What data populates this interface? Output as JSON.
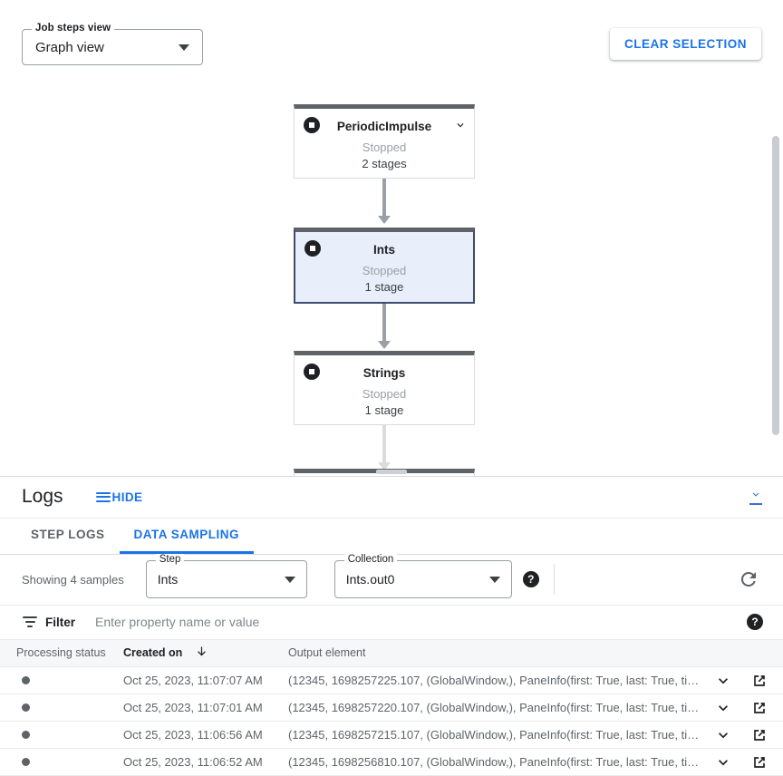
{
  "graph": {
    "view_select": {
      "label": "Job steps view",
      "value": "Graph view"
    },
    "clear_selection_label": "CLEAR SELECTION",
    "nodes": [
      {
        "title": "PeriodicImpulse",
        "status": "Stopped",
        "stages": "2 stages",
        "selected": false,
        "has_chevron": true
      },
      {
        "title": "Ints",
        "status": "Stopped",
        "stages": "1 stage",
        "selected": true,
        "has_chevron": false
      },
      {
        "title": "Strings",
        "status": "Stopped",
        "stages": "1 stage",
        "selected": false,
        "has_chevron": false
      }
    ]
  },
  "logs": {
    "title": "Logs",
    "hide_label": "HIDE",
    "tabs": [
      {
        "label": "STEP LOGS",
        "active": false
      },
      {
        "label": "DATA SAMPLING",
        "active": true
      }
    ],
    "controls": {
      "showing_label": "Showing 4 samples",
      "step": {
        "label": "Step",
        "value": "Ints"
      },
      "collection": {
        "label": "Collection",
        "value": "Ints.out0"
      },
      "help_glyph": "?"
    },
    "filter": {
      "label": "Filter",
      "placeholder": "Enter property name or value",
      "value": ""
    },
    "table": {
      "columns": [
        {
          "key": "status",
          "label": "Processing status",
          "sorted": false
        },
        {
          "key": "created",
          "label": "Created on",
          "sorted": true
        },
        {
          "key": "output",
          "label": "Output element",
          "sorted": false
        }
      ],
      "rows": [
        {
          "status": "dot",
          "created": "Oct 25, 2023, 11:07:07 AM",
          "output": "(12345, 1698257225.107, (GlobalWindow,), PaneInfo(first: True, last: True, timing…"
        },
        {
          "status": "dot",
          "created": "Oct 25, 2023, 11:07:01 AM",
          "output": "(12345, 1698257220.107, (GlobalWindow,), PaneInfo(first: True, last: True, timing…"
        },
        {
          "status": "dot",
          "created": "Oct 25, 2023, 11:06:56 AM",
          "output": "(12345, 1698257215.107, (GlobalWindow,), PaneInfo(first: True, last: True, timing…"
        },
        {
          "status": "dot",
          "created": "Oct 25, 2023, 11:06:52 AM",
          "output": "(12345, 1698256810.107, (GlobalWindow,), PaneInfo(first: True, last: True, timing…"
        }
      ]
    }
  },
  "colors": {
    "accent": "#1a73e8",
    "node_bar": "#5f6368",
    "selected_node_bg": "#e8effa",
    "selected_node_border": "#3c4b6e",
    "text_primary": "#202124",
    "text_secondary": "#5f6368"
  }
}
